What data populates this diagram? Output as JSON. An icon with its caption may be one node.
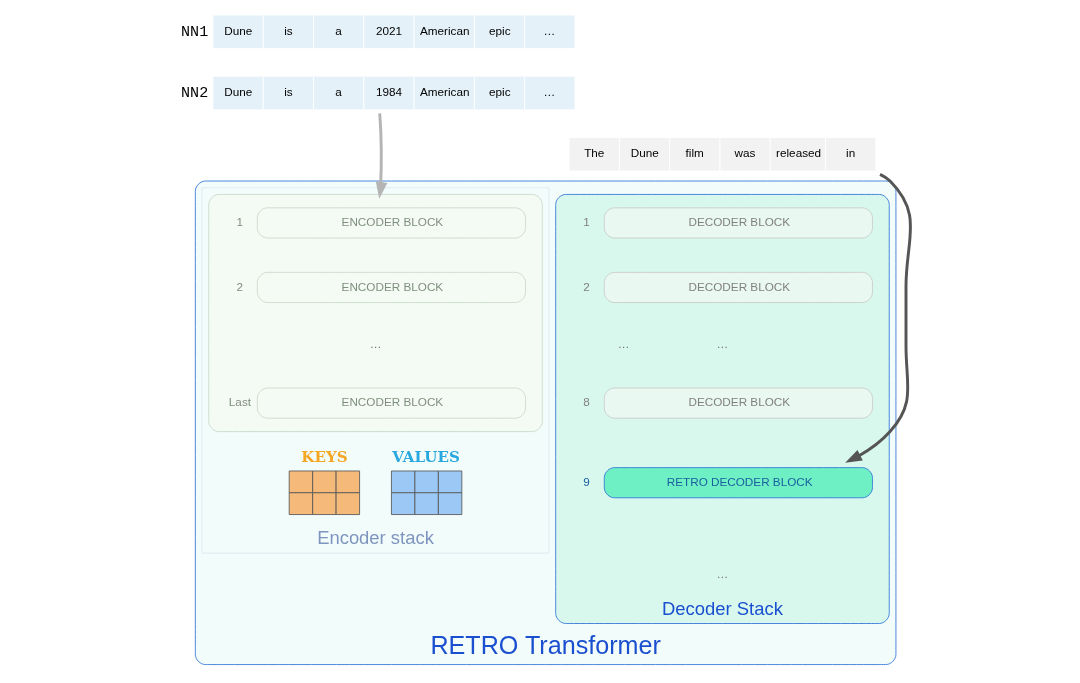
{
  "diagram": {
    "nodes": [
      {
        "text": [
          "NN1",
          "Dune",
          "is",
          "a",
          "2021",
          "American",
          "epic",
          "…"
        ]
      },
      {
        "text": [
          "NN2",
          "Dune",
          "is",
          "a",
          "1984",
          "American",
          "epic",
          "…"
        ]
      },
      {
        "text": [
          "The",
          "Dune",
          "film",
          "was",
          "released",
          "in"
        ]
      },
      {
        "text": [
          "RETRO Transformer"
        ]
      },
      {
        "text": [
          "Encoder stack"
        ],
        "in": 3
      },
      {
        "text": [],
        "shape": "box",
        "in": 4
      },
      {
        "text": [
          "ENCODER BLOCK"
        ],
        "in": 5,
        "beside": [
          "1"
        ]
      },
      {
        "text": [
          "ENCODER BLOCK"
        ],
        "in": 5,
        "beside": [
          "2"
        ]
      },
      {
        "text": [
          "ENCODER BLOCK"
        ],
        "in": 5,
        "beside": [
          "Last"
        ]
      },
      {
        "text": [
          "KEYS"
        ],
        "in": 4
      },
      {
        "text": [
          "VALUES"
        ],
        "in": 4
      },
      {
        "text": [
          "Decoder Stack"
        ],
        "in": 3
      },
      {
        "text": [
          "DECODER BLOCK"
        ],
        "in": 11,
        "beside": [
          "1"
        ]
      },
      {
        "text": [
          "DECODER BLOCK"
        ],
        "in": 11,
        "beside": [
          "2"
        ]
      },
      {
        "text": [
          "DECODER BLOCK"
        ],
        "in": 11,
        "beside": [
          "8"
        ]
      },
      {
        "text": [
          "RETRO DECODER BLOCK"
        ],
        "in": 11,
        "beside": [
          "9"
        ]
      }
    ],
    "edges": [
      {
        "from": 1,
        "to": 5,
        "arrow": "to",
        "color": "#b4b4b4"
      },
      {
        "from": 2,
        "to": 15,
        "arrow": "to",
        "color": "#555555"
      }
    ],
    "labels": [
      "…",
      "…",
      "…",
      "…"
    ]
  }
}
